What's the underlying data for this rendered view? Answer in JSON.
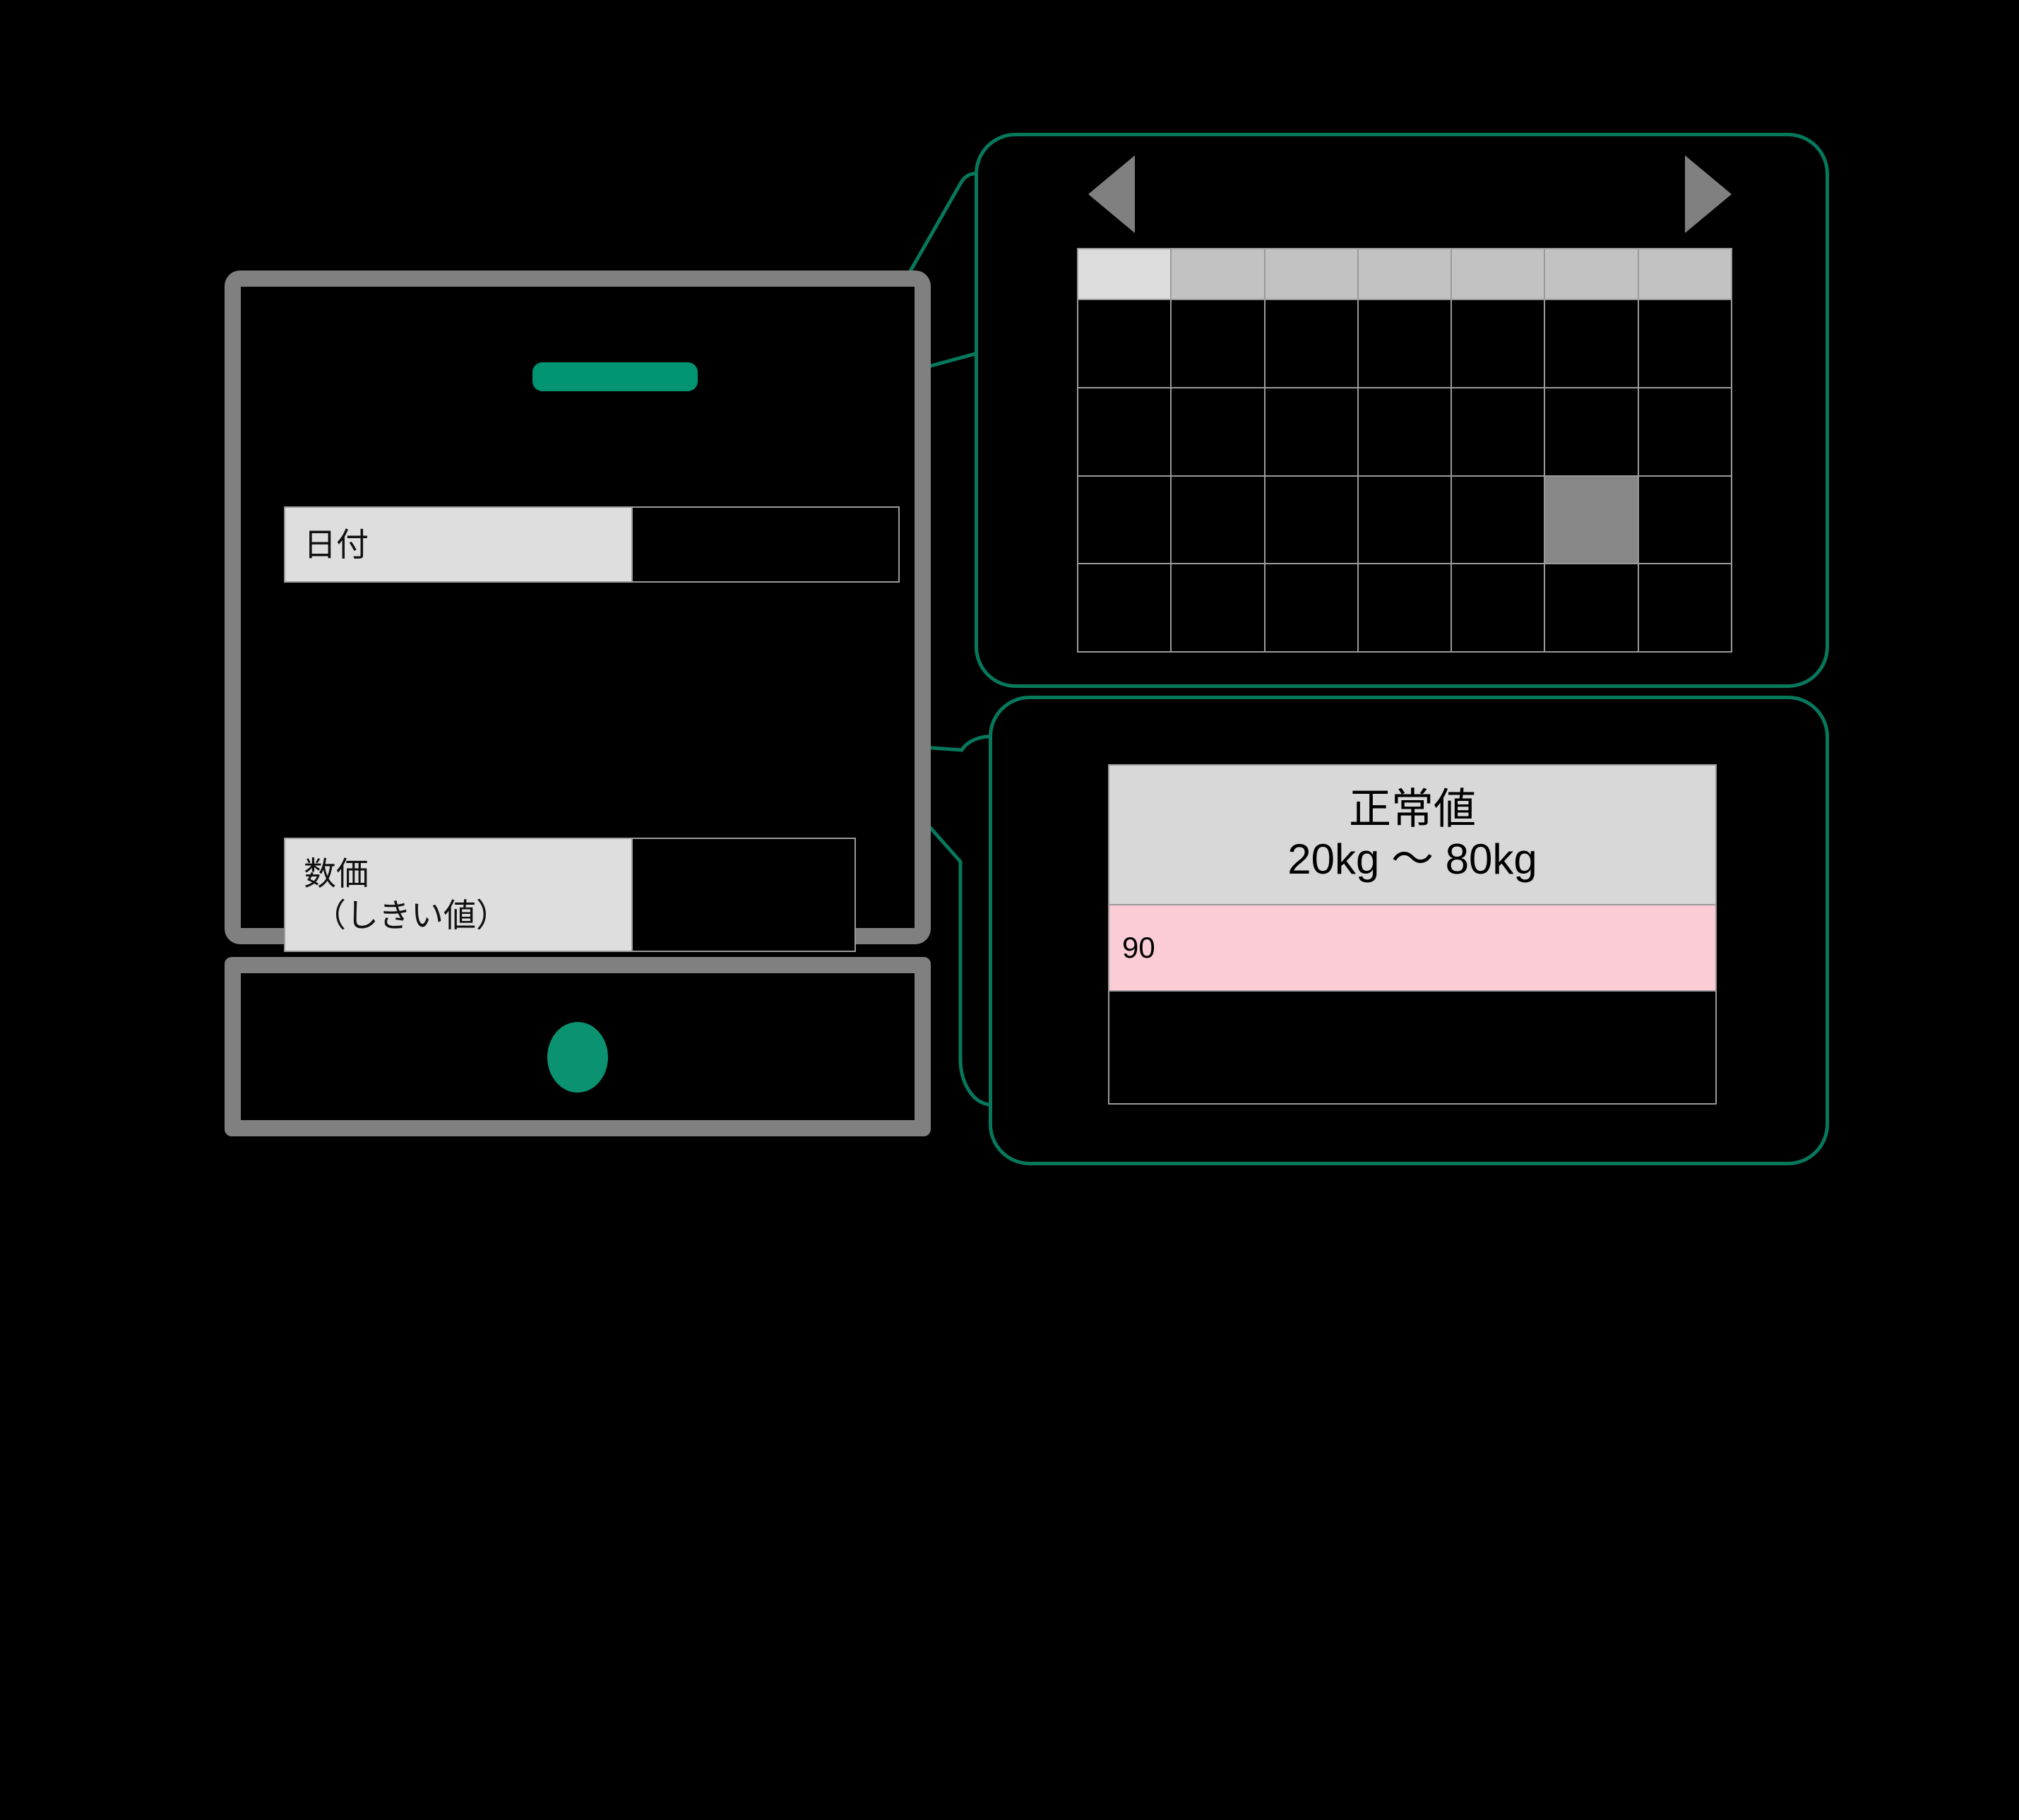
{
  "colors": {
    "background": "#000000",
    "accent_green": "#009473",
    "callout_border": "#06795c",
    "phone_frame_gray": "#808080",
    "field_label_gray": "#dedede",
    "calendar_header_gray": "#c2c2c2",
    "calendar_header_first_gray": "#dcdcdc",
    "calendar_selected_gray": "#878787",
    "alert_pink": "#fbccd5",
    "grid_line_gray": "#9a9a9a"
  },
  "phone": {
    "title_pill_label": "",
    "fields": [
      {
        "id": "date",
        "label": "日付",
        "value": ""
      },
      {
        "id": "threshold",
        "label_line1": "数価",
        "label_line2": "（しきい値）",
        "value": ""
      }
    ],
    "home_button_label": ""
  },
  "calendar_panel": {
    "prev_arrow": "◀",
    "next_arrow": "▶",
    "weekday_headers": [
      "",
      "",
      "",
      "",
      "",
      "",
      ""
    ],
    "rows": 4,
    "columns": 7,
    "selected_cell": {
      "row": 3,
      "column": 6
    },
    "cursor_icon": "pointing-hand-icon"
  },
  "value_panel": {
    "header_line1": "正常値",
    "header_line2": "20kg 〜 80kg",
    "alert_value": "90",
    "empty_row_value": "",
    "cursor_icon": "pointing-hand-icon"
  }
}
